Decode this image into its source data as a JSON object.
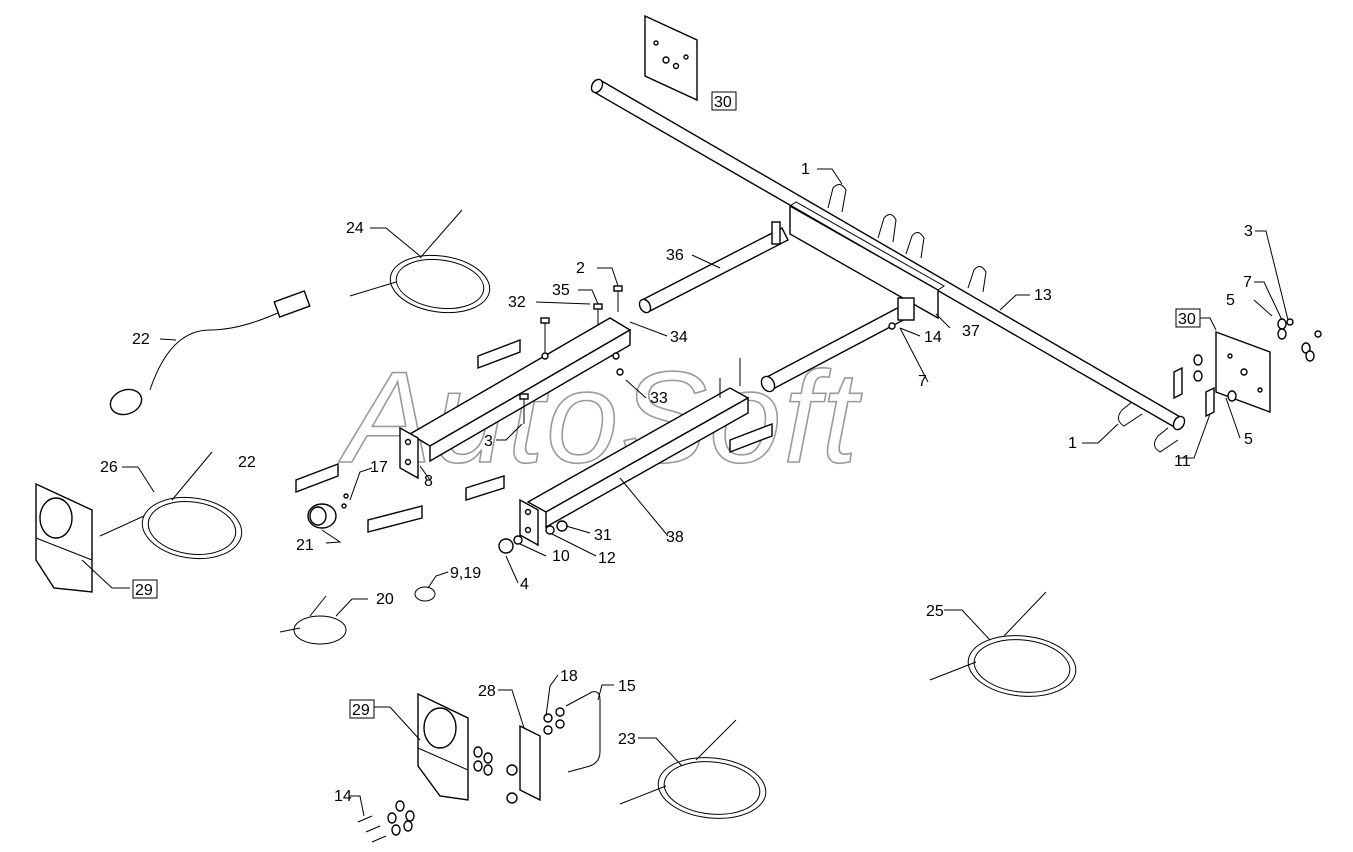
{
  "watermark": "AutoSoft",
  "labels": [
    {
      "id": "lbl-30-top",
      "text": "30",
      "boxed": true
    },
    {
      "id": "lbl-1-top",
      "text": "1"
    },
    {
      "id": "lbl-36",
      "text": "36"
    },
    {
      "id": "lbl-24",
      "text": "24"
    },
    {
      "id": "lbl-2",
      "text": "2"
    },
    {
      "id": "lbl-35",
      "text": "35"
    },
    {
      "id": "lbl-32",
      "text": "32"
    },
    {
      "id": "lbl-34",
      "text": "34"
    },
    {
      "id": "lbl-13",
      "text": "13"
    },
    {
      "id": "lbl-3-right",
      "text": "3"
    },
    {
      "id": "lbl-7-right",
      "text": "7"
    },
    {
      "id": "lbl-5-right",
      "text": "5"
    },
    {
      "id": "lbl-30-right",
      "text": "30",
      "boxed": true
    },
    {
      "id": "lbl-14-mid",
      "text": "14"
    },
    {
      "id": "lbl-37",
      "text": "37"
    },
    {
      "id": "lbl-22-top",
      "text": "22"
    },
    {
      "id": "lbl-33",
      "text": "33"
    },
    {
      "id": "lbl-7-mid",
      "text": "7"
    },
    {
      "id": "lbl-3-mid",
      "text": "3"
    },
    {
      "id": "lbl-1-right",
      "text": "1"
    },
    {
      "id": "lbl-5-low",
      "text": "5"
    },
    {
      "id": "lbl-11",
      "text": "11"
    },
    {
      "id": "lbl-26",
      "text": "26"
    },
    {
      "id": "lbl-22-mid",
      "text": "22"
    },
    {
      "id": "lbl-17",
      "text": "17"
    },
    {
      "id": "lbl-8",
      "text": "8"
    },
    {
      "id": "lbl-21",
      "text": "21"
    },
    {
      "id": "lbl-31",
      "text": "31"
    },
    {
      "id": "lbl-38",
      "text": "38"
    },
    {
      "id": "lbl-10",
      "text": "10"
    },
    {
      "id": "lbl-12",
      "text": "12"
    },
    {
      "id": "lbl-4",
      "text": "4"
    },
    {
      "id": "lbl-29-left",
      "text": "29",
      "boxed": true
    },
    {
      "id": "lbl-9-19",
      "text": "9,19"
    },
    {
      "id": "lbl-20",
      "text": "20"
    },
    {
      "id": "lbl-25",
      "text": "25"
    },
    {
      "id": "lbl-28",
      "text": "28"
    },
    {
      "id": "lbl-18",
      "text": "18"
    },
    {
      "id": "lbl-15",
      "text": "15"
    },
    {
      "id": "lbl-29-bottom",
      "text": "29",
      "boxed": true
    },
    {
      "id": "lbl-23",
      "text": "23"
    },
    {
      "id": "lbl-14-bottom",
      "text": "14"
    }
  ]
}
